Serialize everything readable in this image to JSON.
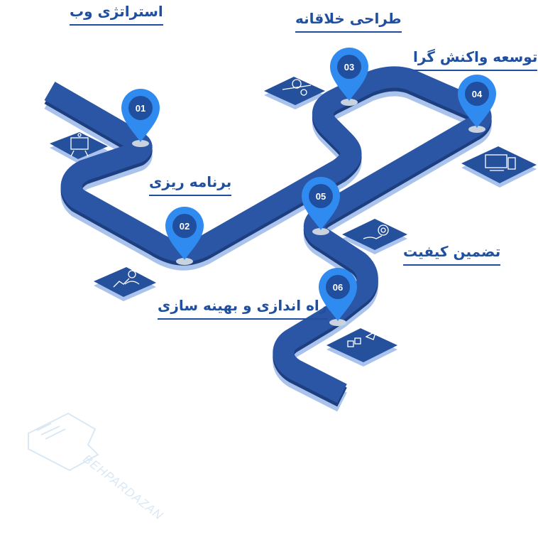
{
  "steps": [
    {
      "number": "01",
      "label": "استراتژی وب",
      "icon": "presentation-board-icon"
    },
    {
      "number": "02",
      "label": "برنامه ریزی",
      "icon": "analytics-person-icon"
    },
    {
      "number": "03",
      "label": "طراحی خلاقانه",
      "icon": "creative-design-icon"
    },
    {
      "number": "04",
      "label": "توسعه واکنش گرا",
      "icon": "responsive-devices-icon"
    },
    {
      "number": "05",
      "label": "تضمین کیفیت",
      "icon": "quality-gear-hand-icon"
    },
    {
      "number": "06",
      "label": "راه اندازی و بهینه سازی",
      "icon": "launch-rocket-icon"
    }
  ],
  "watermark": {
    "text": "BEHPARDAZAN"
  },
  "colors": {
    "road": "#2b56a5",
    "road_shadow": "#1d3f80",
    "road_edge": "#a9c3ec",
    "pin": "#2f8bf0",
    "tile": "#24509c",
    "label": "#1f4f9e"
  }
}
